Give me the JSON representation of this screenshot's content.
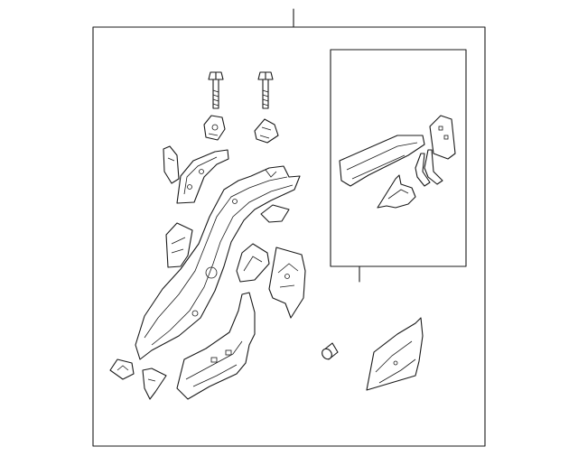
{
  "diagram": {
    "type": "exploded parts illustration",
    "labels": [],
    "colors": {
      "background": "#ffffff",
      "line": "#1a1a1a"
    },
    "parts": [
      "bolt-left",
      "bolt-right",
      "bracket-left",
      "bracket-right",
      "upper-pillar-reinforcement",
      "small-gusset",
      "side-bracket",
      "rear-rail-assembly",
      "small-plate",
      "inner-bracket",
      "side-panel",
      "rear-floor-extension",
      "corner-bracket-a",
      "corner-bracket-b",
      "plug",
      "wheelhouse-panel",
      "inset-crossmember",
      "inset-bracket-tall",
      "inset-brace-a",
      "inset-brace-b",
      "inset-gusset"
    ]
  }
}
